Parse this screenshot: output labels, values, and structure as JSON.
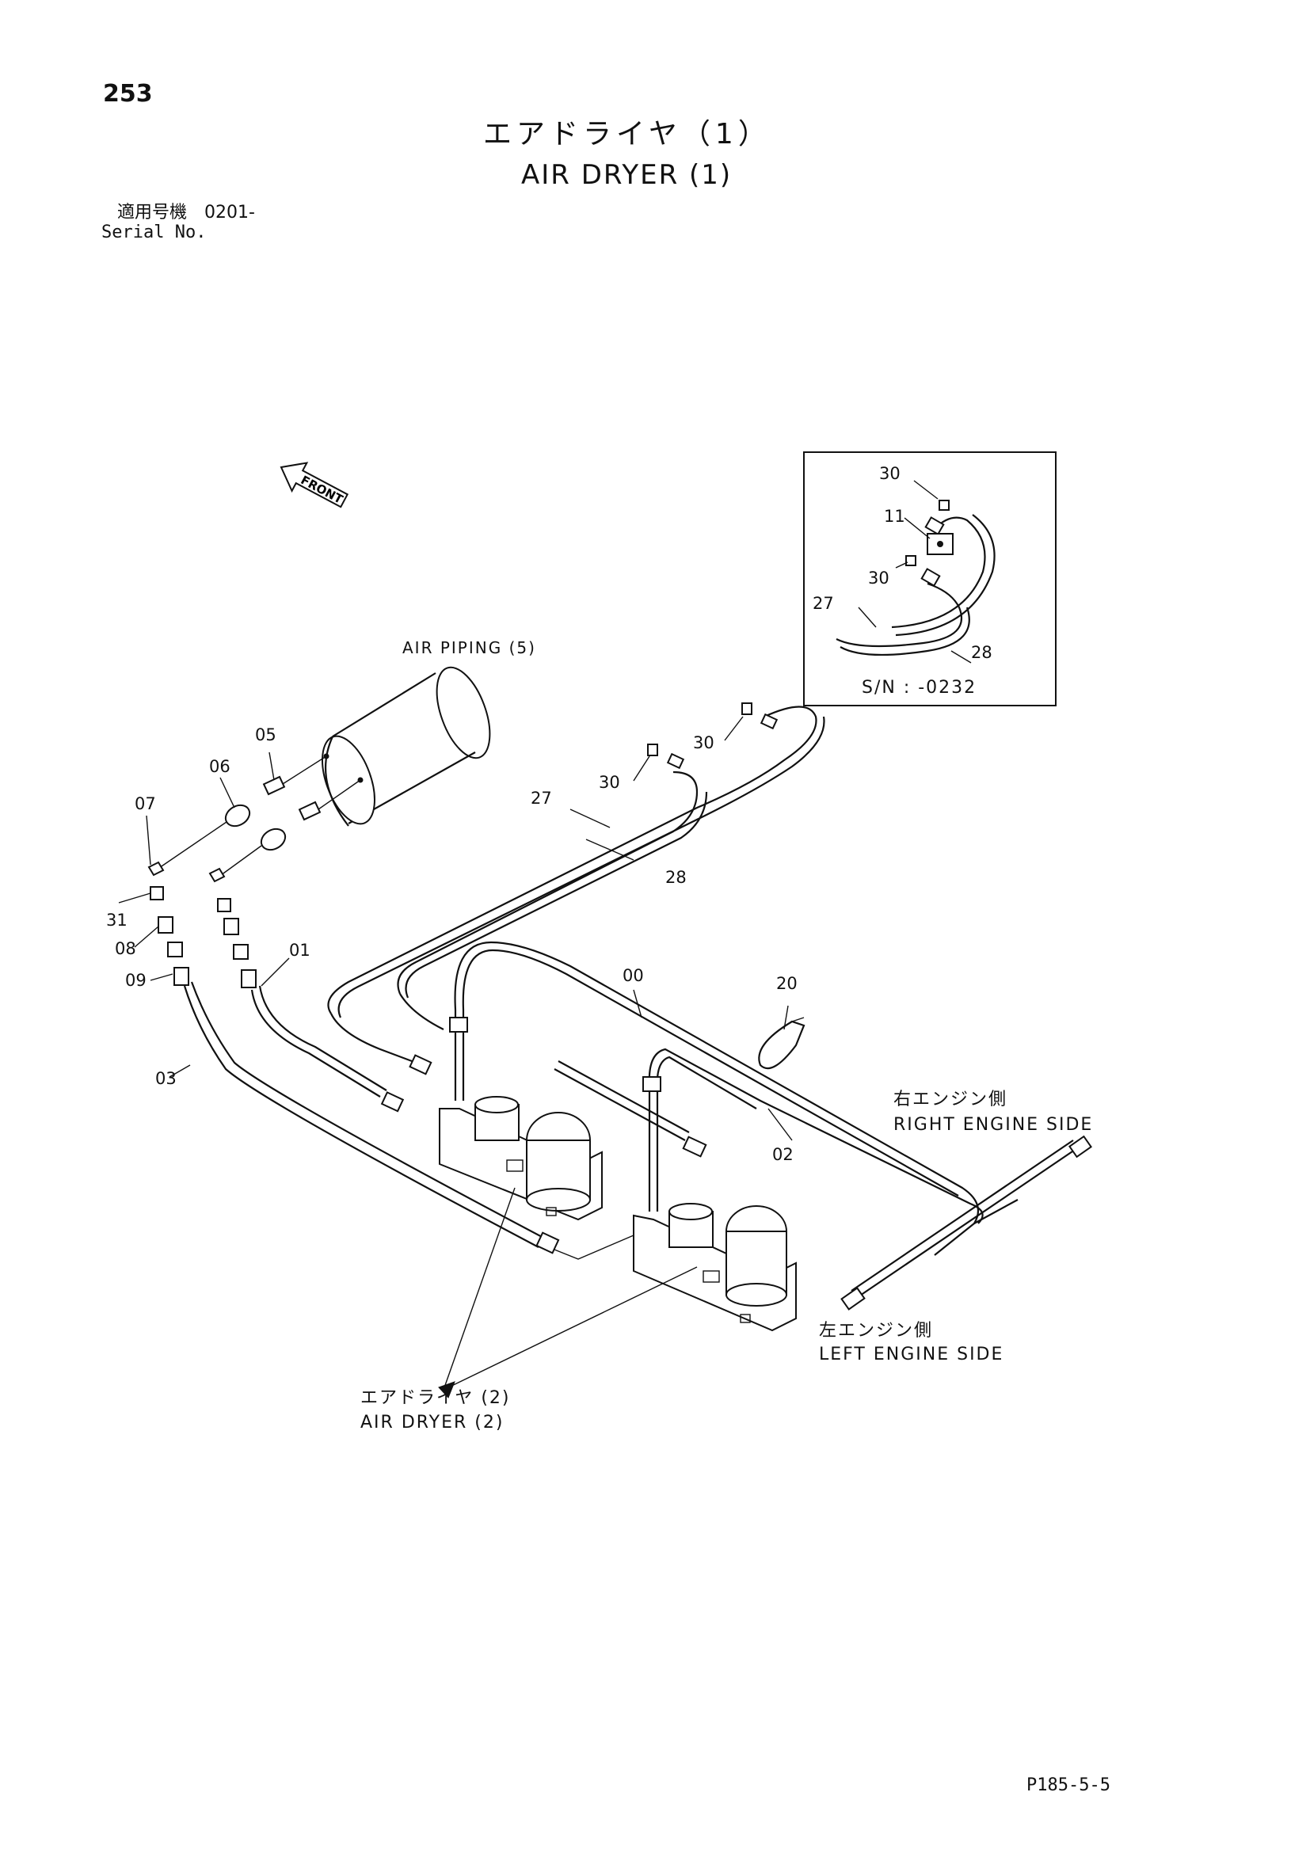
{
  "page": {
    "number": "253",
    "title_jp": "エアドライヤ（1）",
    "title_en": "AIR DRYER (1)",
    "serial_jp": "適用号機　0201-",
    "serial_en": "Serial No.",
    "footer_code": "P185-5-5"
  },
  "diagram": {
    "front_label": "FRONT",
    "air_piping_label": "AIR PIPING (5)",
    "right_engine_jp": "右エンジン側",
    "right_engine_en": "RIGHT ENGINE SIDE",
    "left_engine_jp": "左エンジン側",
    "left_engine_en": "LEFT ENGINE SIDE",
    "air_dryer2_jp": "エアドライヤ (2)",
    "air_dryer2_en": "AIR DRYER (2)",
    "callouts": {
      "c05": "05",
      "c06": "06",
      "c07": "07",
      "c31": "31",
      "c08": "08",
      "c09": "09",
      "c03": "03",
      "c01": "01",
      "c27": "27",
      "c28": "28",
      "c30a": "30",
      "c30b": "30",
      "c00": "00",
      "c20": "20",
      "c02": "02"
    }
  },
  "inset": {
    "caption": "S/N : -0232",
    "callouts": {
      "c30_top": "30",
      "c11": "11",
      "c30_bottom": "30",
      "c27": "27",
      "c28": "28"
    }
  }
}
